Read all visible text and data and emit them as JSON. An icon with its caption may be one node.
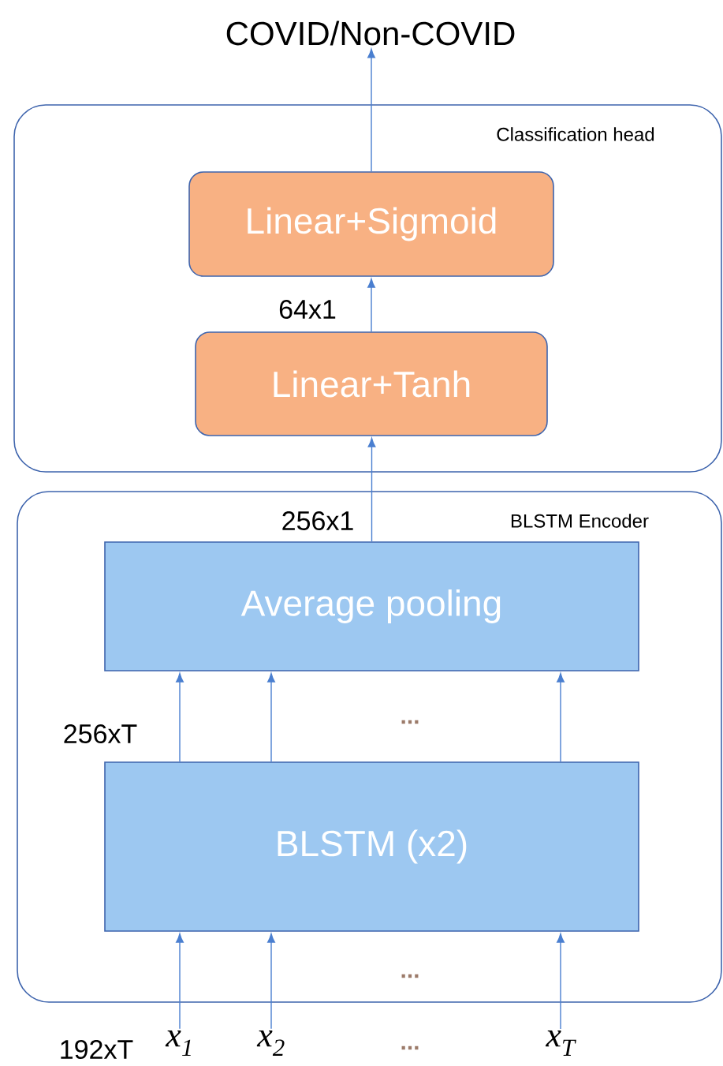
{
  "diagram": {
    "nodes": [
      {
        "text": [
          "Classification head"
        ]
      },
      {
        "text": [
          "Linear+Sigmoid"
        ],
        "in": 0
      },
      {
        "text": [
          "Linear+Tanh"
        ],
        "in": 0
      },
      {
        "text": [
          "BLSTM Encoder"
        ]
      },
      {
        "text": [
          "Average pooling"
        ],
        "in": 3
      },
      {
        "text": [
          "BLSTM (x2)"
        ],
        "in": 3
      },
      {
        "text": [
          "COVID/Non-COVID"
        ]
      },
      {
        "text": [
          "x$_{1}$"
        ]
      },
      {
        "text": [
          "x$_{2}$"
        ]
      },
      {
        "text": [
          "x$_{T}$"
        ]
      }
    ],
    "edges": [
      {
        "from": 1,
        "to": 6,
        "arrow": "to"
      },
      {
        "from": 2,
        "to": 1,
        "arrow": "to",
        "label": "64x1"
      },
      {
        "from": 4,
        "to": 2,
        "arrow": "to",
        "label": "256x1"
      },
      {
        "from": 5,
        "to": 4,
        "arrow": "to",
        "label": "256xT"
      },
      {
        "from": 5,
        "to": 4,
        "arrow": "to"
      },
      {
        "from": 5,
        "to": 4,
        "arrow": "to"
      },
      {
        "from": 7,
        "to": 5,
        "arrow": "to"
      },
      {
        "from": 8,
        "to": 5,
        "arrow": "to"
      },
      {
        "from": 9,
        "to": 5,
        "arrow": "to"
      }
    ],
    "labels": [
      "...",
      "...",
      "192xT",
      "..."
    ]
  }
}
